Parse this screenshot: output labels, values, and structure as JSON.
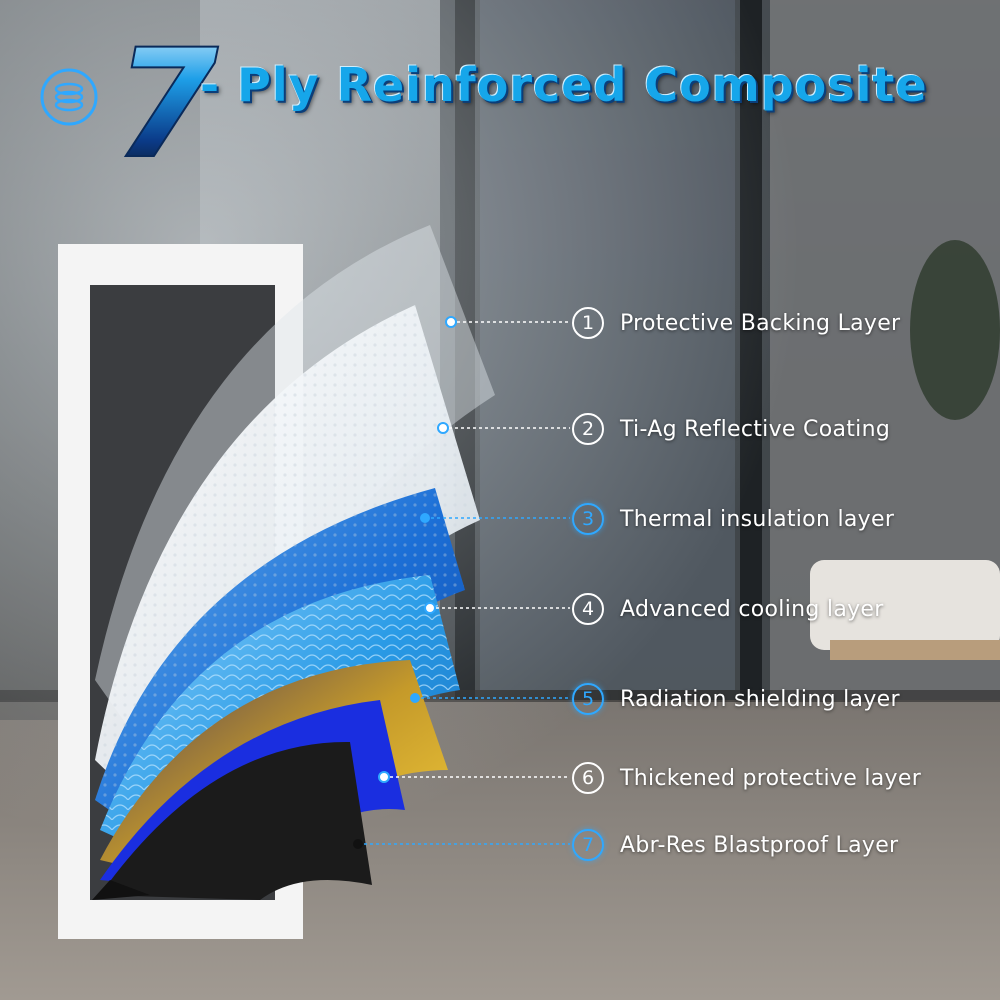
{
  "header": {
    "number": "7",
    "title": "- Ply Reinforced Composite"
  },
  "icons": {
    "badge": "layers-icon"
  },
  "layers": [
    {
      "number": "1",
      "label": "Protective Backing Layer",
      "accent": "#ffffff"
    },
    {
      "number": "2",
      "label": "Ti-Ag Reflective Coating",
      "accent": "#ffffff"
    },
    {
      "number": "3",
      "label": "Thermal insulation layer",
      "accent": "#2fa8ff"
    },
    {
      "number": "4",
      "label": "Advanced cooling layer",
      "accent": "#ffffff"
    },
    {
      "number": "5",
      "label": "Radiation shielding layer",
      "accent": "#2fa8ff"
    },
    {
      "number": "6",
      "label": "Thickened protective layer",
      "accent": "#ffffff"
    },
    {
      "number": "7",
      "label": "Abr-Res Blastproof Layer",
      "accent": "#2fa8ff"
    }
  ],
  "colors": {
    "brand_blue": "#16a6ea",
    "gold": "#f2c230",
    "deep_blue": "#1a2ee0",
    "black": "#1b1b1b"
  }
}
